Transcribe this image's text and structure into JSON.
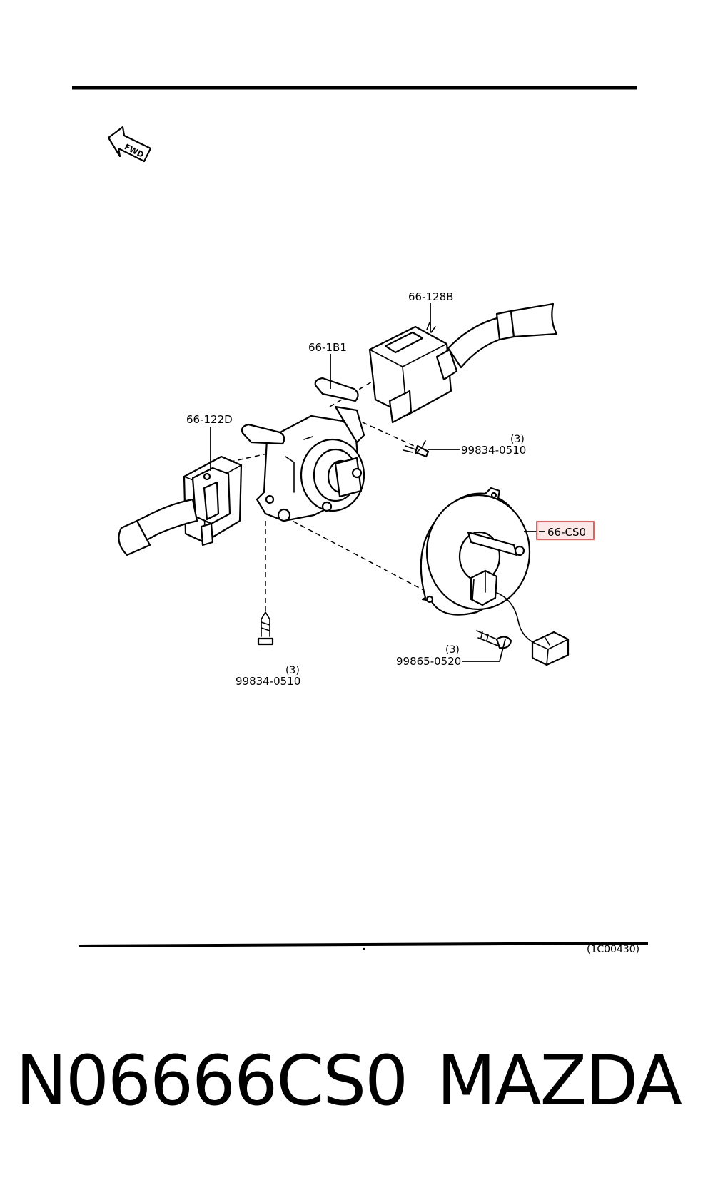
{
  "fwd_arrow": {
    "text": "FWD",
    "icon": "fwd-arrow-icon"
  },
  "callouts": {
    "switch_right": "66-128B",
    "combination_body": "66-1B1",
    "switch_left": "66-122D",
    "clock_spring": "66-CS0",
    "screw_upper": {
      "part": "99834-0510",
      "qty": "(3)"
    },
    "screw_lower": {
      "part": "99834-0510",
      "qty": "(3)"
    },
    "screw_clock": {
      "part": "99865-0520",
      "qty": "(3)"
    }
  },
  "highlight": {
    "target": "66-CS0",
    "color": "#e53935",
    "fill": "#fde8e8"
  },
  "figure_code": "(1C00430)",
  "caption": {
    "part_number": "N06666CS0",
    "brand": "MAZDA"
  }
}
